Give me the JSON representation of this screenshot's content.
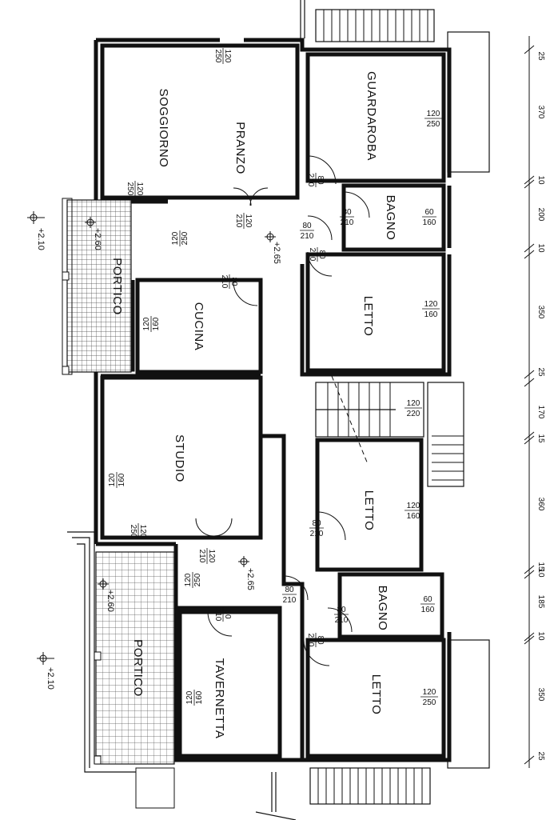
{
  "rooms": {
    "soggiorno": "SOGGIORNO",
    "pranzo": "PRANZO",
    "guardaroba": "GUARDAROBA",
    "bagno1": "BAGNO",
    "letto1": "LETTO",
    "cucina": "CUCINA",
    "portico1": "PORTICO",
    "studio": "STUDIO",
    "letto2": "LETTO",
    "bagno2": "BAGNO",
    "letto3": "LETTO",
    "tavernetta": "TAVERNETTA",
    "portico2": "PORTICO"
  },
  "openings": {
    "soggiorno_top": {
      "w": "120",
      "h": "250"
    },
    "soggiorno_bottom": {
      "w": "120",
      "h": "250"
    },
    "guardaroba_win": {
      "w": "120",
      "h": "250"
    },
    "guardaroba_door": {
      "w": "80",
      "h": "210"
    },
    "bagno1_door": {
      "w": "80",
      "h": "210"
    },
    "bagno1_win": {
      "w": "60",
      "h": "160"
    },
    "hall_door1": {
      "w": "80",
      "h": "210"
    },
    "letto1_door": {
      "w": "80",
      "h": "210"
    },
    "letto1_win": {
      "w": "120",
      "h": "160"
    },
    "pranzo_door": {
      "w": "120",
      "h": "210"
    },
    "portico1_door": {
      "w": "120",
      "h": "250"
    },
    "cucina_door": {
      "w": "80",
      "h": "210"
    },
    "cucina_win": {
      "w": "120",
      "h": "160"
    },
    "stair_win": {
      "w": "120",
      "h": "220"
    },
    "studio_win": {
      "w": "120",
      "h": "160"
    },
    "studio_door": {
      "w": "120",
      "h": "250"
    },
    "letto2_door": {
      "w": "80",
      "h": "210"
    },
    "letto2_win": {
      "w": "120",
      "h": "160"
    },
    "hall2_door": {
      "w": "120",
      "h": "210"
    },
    "portico2_door": {
      "w": "120",
      "h": "250"
    },
    "hall2_door2": {
      "w": "80",
      "h": "210"
    },
    "bagno2_door": {
      "w": "80",
      "h": "210"
    },
    "bagno2_win": {
      "w": "60",
      "h": "160"
    },
    "tavernetta_door": {
      "w": "80",
      "h": "210"
    },
    "tavernetta_win": {
      "w": "120",
      "h": "160"
    },
    "letto3_door": {
      "w": "80",
      "h": "210"
    },
    "letto3_win": {
      "w": "120",
      "h": "250"
    }
  },
  "elevations": {
    "e1": "+2.10",
    "e2": "+2.60",
    "e3": "+2.65",
    "e4": "+2.65",
    "e5": "+2.60",
    "e6": "+2.10"
  },
  "dimension_chain": [
    "25",
    "370",
    "10",
    "200",
    "10",
    "350",
    "25",
    "170",
    "15",
    "360",
    "15",
    "10",
    "185",
    "10",
    "350",
    "25"
  ]
}
